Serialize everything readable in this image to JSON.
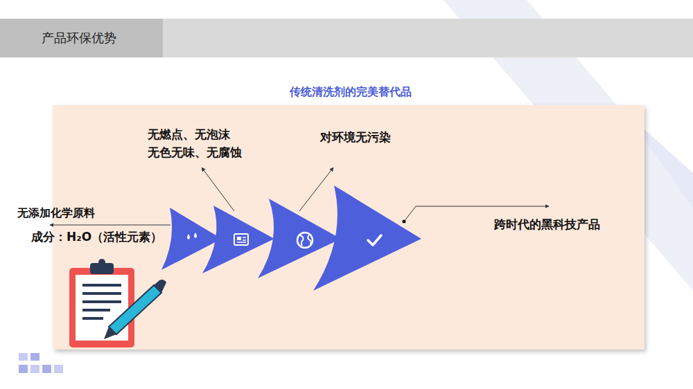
{
  "diagram": {
    "title": "产品环保优势",
    "nodes": [
      {
        "text": [
          "传统清洗剂的完美替代品"
        ]
      }
    ],
    "labels": [
      "无燃点、无泡沫 无色无味、无腐蚀",
      "对环境无污染",
      "跨时代的黑科技产品",
      "无添加化学原料",
      "成分：H₂O（活性元素）"
    ]
  }
}
